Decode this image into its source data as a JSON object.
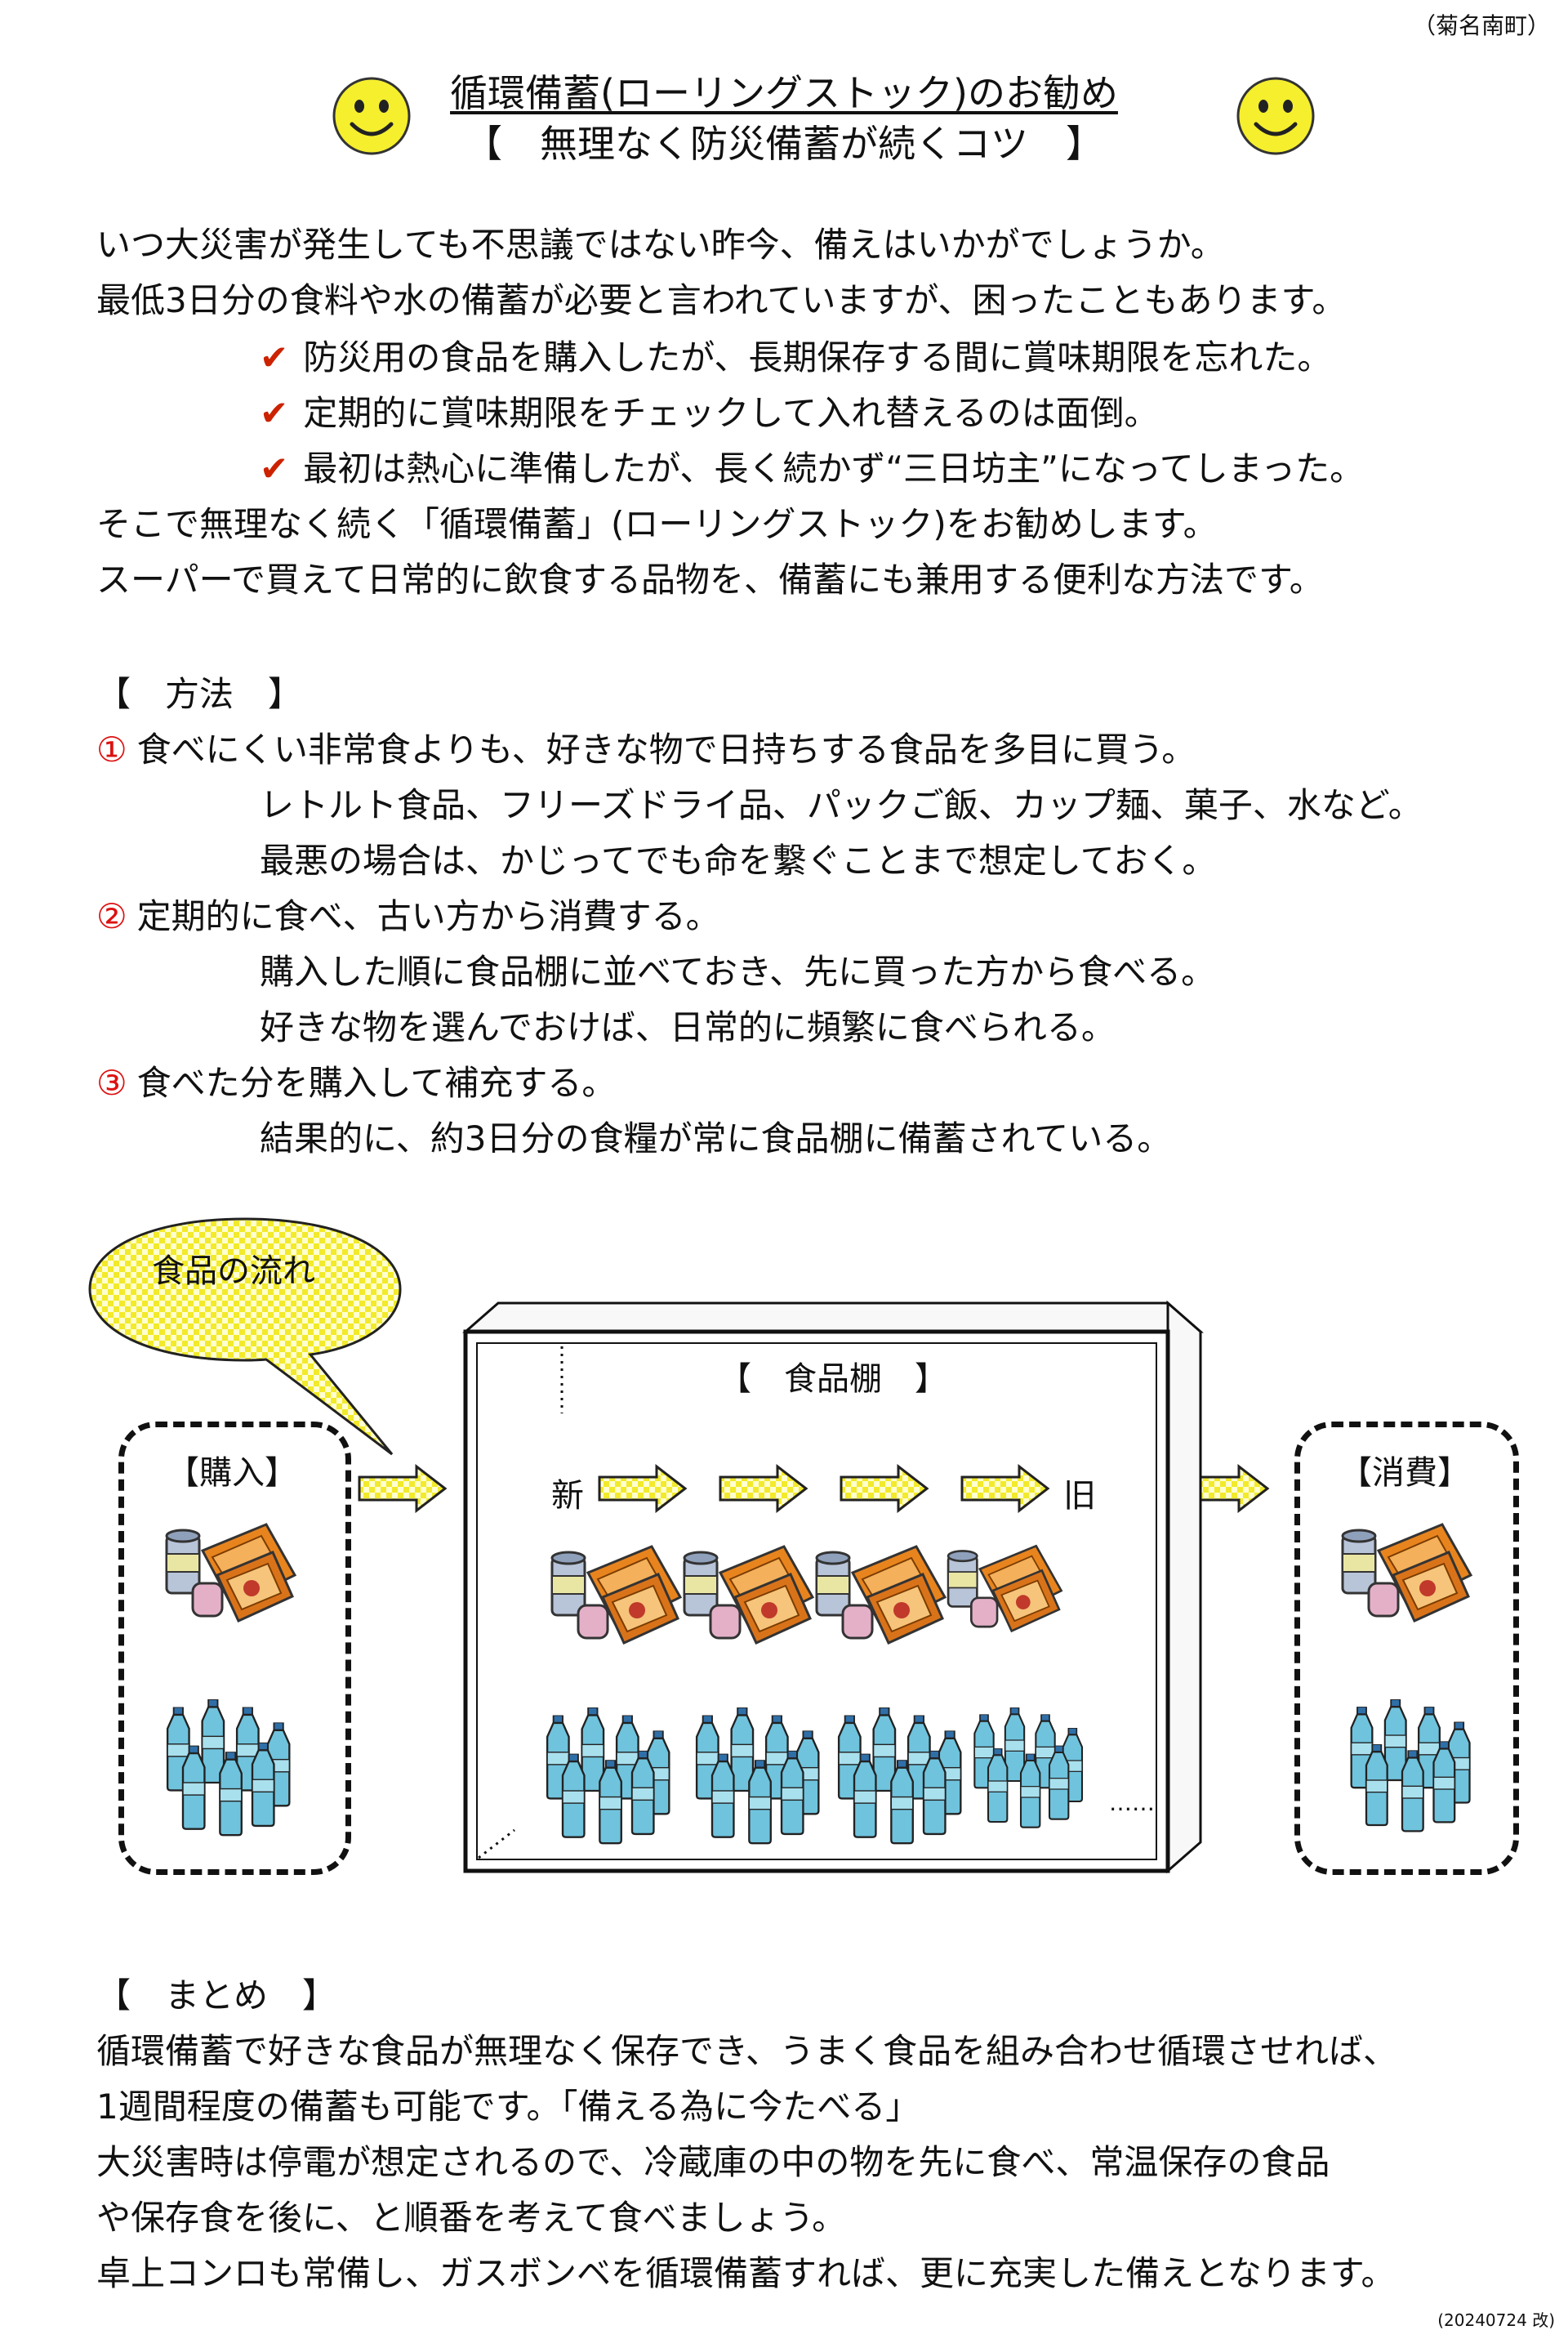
{
  "corner_label": "（菊名南町）",
  "title": "循環備蓄(ローリングストック)のお勧め",
  "subtitle": "【　無理なく防災備蓄が続くコツ　】",
  "intro": {
    "line1": "いつ大災害が発生しても不思議ではない昨今、備えはいかがでしょうか。",
    "line2": "最低3日分の食料や水の備蓄が必要と言われていますが、困ったこともあります。",
    "check_mark": "✔",
    "checks": [
      "防災用の食品を購入したが、長期保存する間に賞味期限を忘れた。",
      "定期的に賞味期限をチェックして入れ替えるのは面倒。",
      "最初は熱心に準備したが、長く続かず“三日坊主”になってしまった。"
    ],
    "line3": "そこで無理なく続く「循環備蓄」(ローリングストック)をお勧めします。",
    "line4": "スーパーで買えて日常的に飲食する品物を、備蓄にも兼用する便利な方法です。"
  },
  "method": {
    "heading": "【　方法　】",
    "steps": [
      {
        "num": "①",
        "text": "食べにくい非常食よりも、好きな物で日持ちする食品を多目に買う。",
        "details": [
          "レトルト食品、フリーズドライ品、パックご飯、カップ麺、菓子、水など。",
          "最悪の場合は、かじってでも命を繋ぐことまで想定しておく。"
        ]
      },
      {
        "num": "②",
        "text": "定期的に食べ、古い方から消費する。",
        "details": [
          "購入した順に食品棚に並べておき、先に買った方から食べる。",
          "好きな物を選んでおけば、日常的に頻繁に食べられる。"
        ]
      },
      {
        "num": "③",
        "text": "食べた分を購入して補充する。",
        "details": [
          "結果的に、約3日分の食糧が常に食品棚に備蓄されている。"
        ]
      }
    ]
  },
  "diagram": {
    "bubble": "食品の流れ",
    "shelf_label": "【　食品棚　】",
    "purchase_label": "【購入】",
    "consume_label": "【消費】",
    "new_label": "新",
    "old_label": "旧",
    "ellipsis": "……"
  },
  "summary": {
    "heading": "【　まとめ　】",
    "lines": [
      "循環備蓄で好きな食品が無理なく保存でき、うまく食品を組み合わせ循環させれば、",
      "1週間程度の備蓄も可能です。「備える為に今たべる」",
      "大災害時は停電が想定されるので、冷蔵庫の中の物を先に食べ、常温保存の食品",
      "や保存食を後に、と順番を考えて食べましょう。",
      "卓上コンロも常備し、ガスボンベを循環備蓄すれば、更に充実した備えとなります。"
    ]
  },
  "footer": "(20240724 改)",
  "colors": {
    "accent_red": "#dd1111",
    "smiley_yellow": "#f5ef2e",
    "arrow_yellow": "#f4ef3c"
  },
  "icons": [
    "smiley-face-icon",
    "check-icon",
    "canned-food-icon",
    "water-bottles-icon",
    "arrow-right-icon"
  ]
}
